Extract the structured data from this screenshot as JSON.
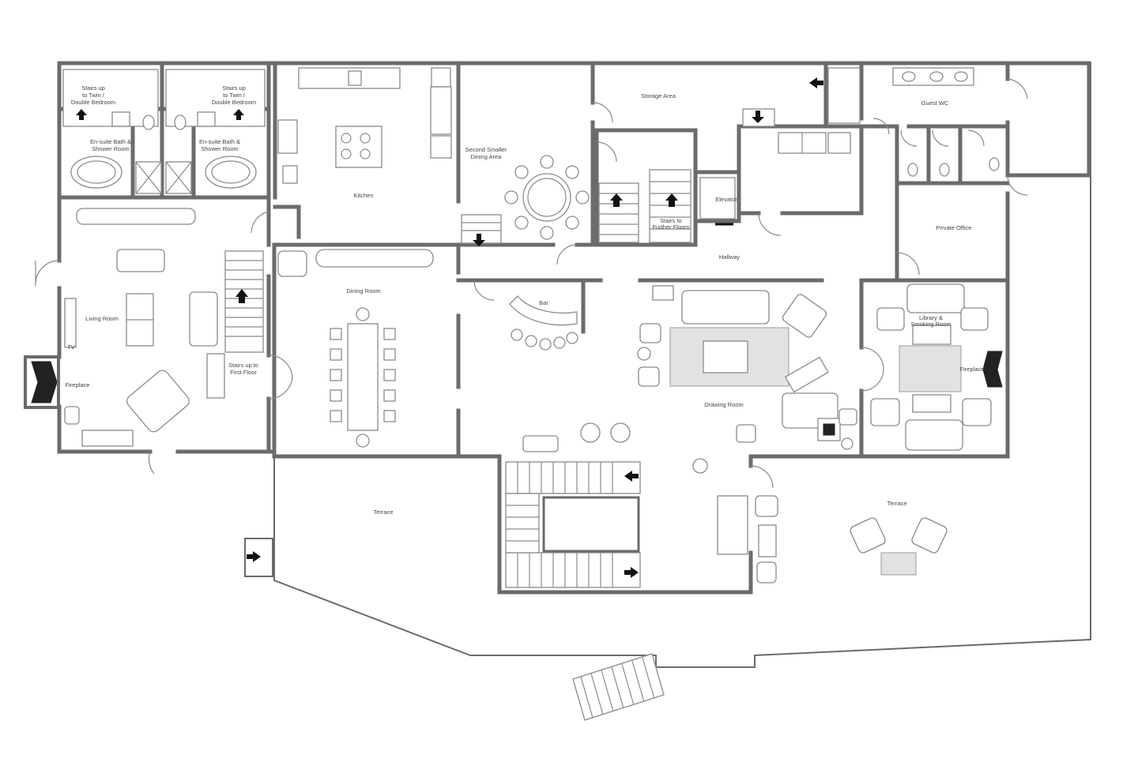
{
  "rooms": {
    "stairs_twin_a_line1": "Stairs up",
    "stairs_twin_a_line2": "to Twin /",
    "stairs_twin_a_line3": "Double Bedroom",
    "stairs_twin_b_line1": "Stairs up",
    "stairs_twin_b_line2": "to Twin /",
    "stairs_twin_b_line3": "Double Bedroom",
    "ensuite_a_line1": "En-suite Bath &",
    "ensuite_a_line2": "Shower Room",
    "ensuite_b_line1": "En-suite Bath &",
    "ensuite_b_line2": "Shower Room",
    "kitchen": "Kitchen",
    "second_dining_line1": "Second Smaller",
    "second_dining_line2": "Dining Area",
    "storage": "Storage Area",
    "guest_wc": "Guest WC",
    "elevator": "Elevator",
    "stairs_further_line1": "Stairs to",
    "stairs_further_line2": "Further Floors",
    "private_office": "Private Office",
    "hallway": "Hallway",
    "living_room": "Living Room",
    "tv": "TV",
    "fireplace_left": "Fireplace",
    "dining_room": "Dining Room",
    "stairs_first_line1": "Stairs up to",
    "stairs_first_line2": "First Floor",
    "bar": "Bar",
    "drawing_room": "Drawing Room",
    "library_line1": "Library &",
    "library_line2": "Smoking Room",
    "fireplace_right": "Fireplace",
    "terrace_left": "Terrace",
    "terrace_right": "Terrace"
  },
  "colors": {
    "wall": "#6b6b6b",
    "furniture": "#8a8a8a",
    "rug": "#e2e2e2",
    "arrow": "#111111"
  }
}
